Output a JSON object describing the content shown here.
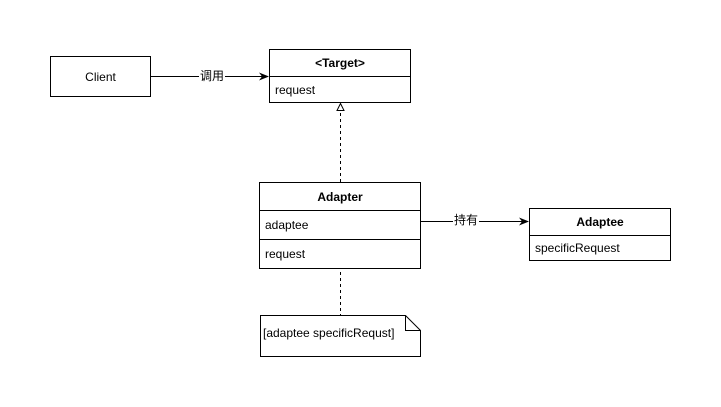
{
  "client": {
    "label": "Client"
  },
  "target": {
    "name": "<Target>",
    "operation": "request"
  },
  "adapter": {
    "name": "Adapter",
    "attribute": "adaptee",
    "operation": "request"
  },
  "adaptee": {
    "name": "Adaptee",
    "operation": "specificRequest"
  },
  "note": {
    "text": "[adaptee specificRequst]"
  },
  "edges": {
    "client_to_target": "调用",
    "adapter_to_adaptee": "持有"
  }
}
